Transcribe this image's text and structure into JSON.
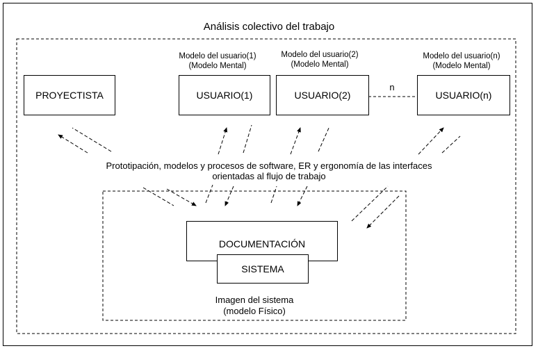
{
  "title": "Análisis colectivo del trabajo",
  "actors": {
    "proyectista": "PROYECTISTA",
    "usuario_1": "USUARIO(1)",
    "usuario_2": "USUARIO(2)",
    "usuario_n": "USUARIO(n)"
  },
  "models": {
    "m1_line1": "Modelo del usuario(1)",
    "m1_line2": "(Modelo Mental)",
    "m2_line1": "Modelo del usuario(2)",
    "m2_line2": "(Modelo Mental)",
    "mn_line1": "Modelo del usuario(n)",
    "mn_line2": "(Modelo Mental)"
  },
  "n_label": "n",
  "middle_text": {
    "line1": "Prototipación, modelos y procesos de software, ER y ergonomía de las interfaces",
    "line2": "orientadas al flujo de trabajo"
  },
  "system": {
    "documentacion": "DOCUMENTACIÓN",
    "sistema": "SISTEMA",
    "image_line1": "Imagen del sistema",
    "image_line2": "(modelo Físico)"
  }
}
